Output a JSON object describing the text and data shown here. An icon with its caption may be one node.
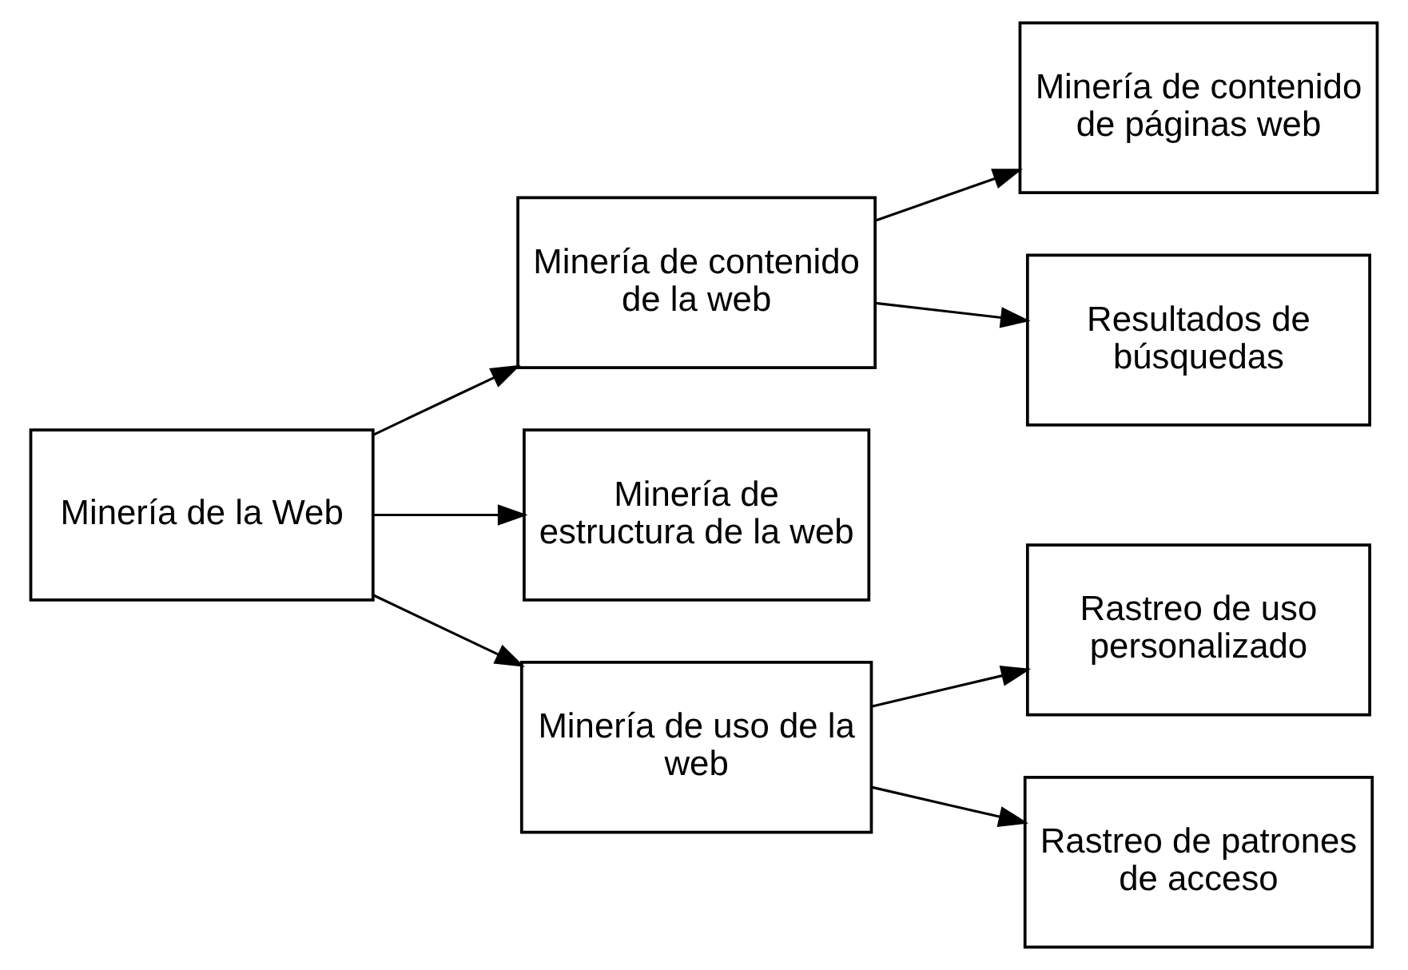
{
  "diagram": {
    "nodes": [
      {
        "text": [
          "Minería de la Web"
        ]
      },
      {
        "text": [
          "Minería de contenido de la web"
        ]
      },
      {
        "text": [
          "Minería de estructura de la web"
        ]
      },
      {
        "text": [
          "Minería de uso de la web"
        ]
      },
      {
        "text": [
          "Minería de contenido de páginas web"
        ]
      },
      {
        "text": [
          "Resultados de búsquedas"
        ]
      },
      {
        "text": [
          "Rastreo de uso personalizado"
        ]
      },
      {
        "text": [
          "Rastreo de patrones de acceso"
        ]
      }
    ],
    "edges": [
      {
        "from": 0,
        "to": 1,
        "arrow": "to"
      },
      {
        "from": 0,
        "to": 2,
        "arrow": "to"
      },
      {
        "from": 0,
        "to": 3,
        "arrow": "to"
      },
      {
        "from": 1,
        "to": 4,
        "arrow": "to"
      },
      {
        "from": 1,
        "to": 5,
        "arrow": "to"
      },
      {
        "from": 3,
        "to": 6,
        "arrow": "to"
      },
      {
        "from": 3,
        "to": 7,
        "arrow": "to"
      }
    ]
  }
}
